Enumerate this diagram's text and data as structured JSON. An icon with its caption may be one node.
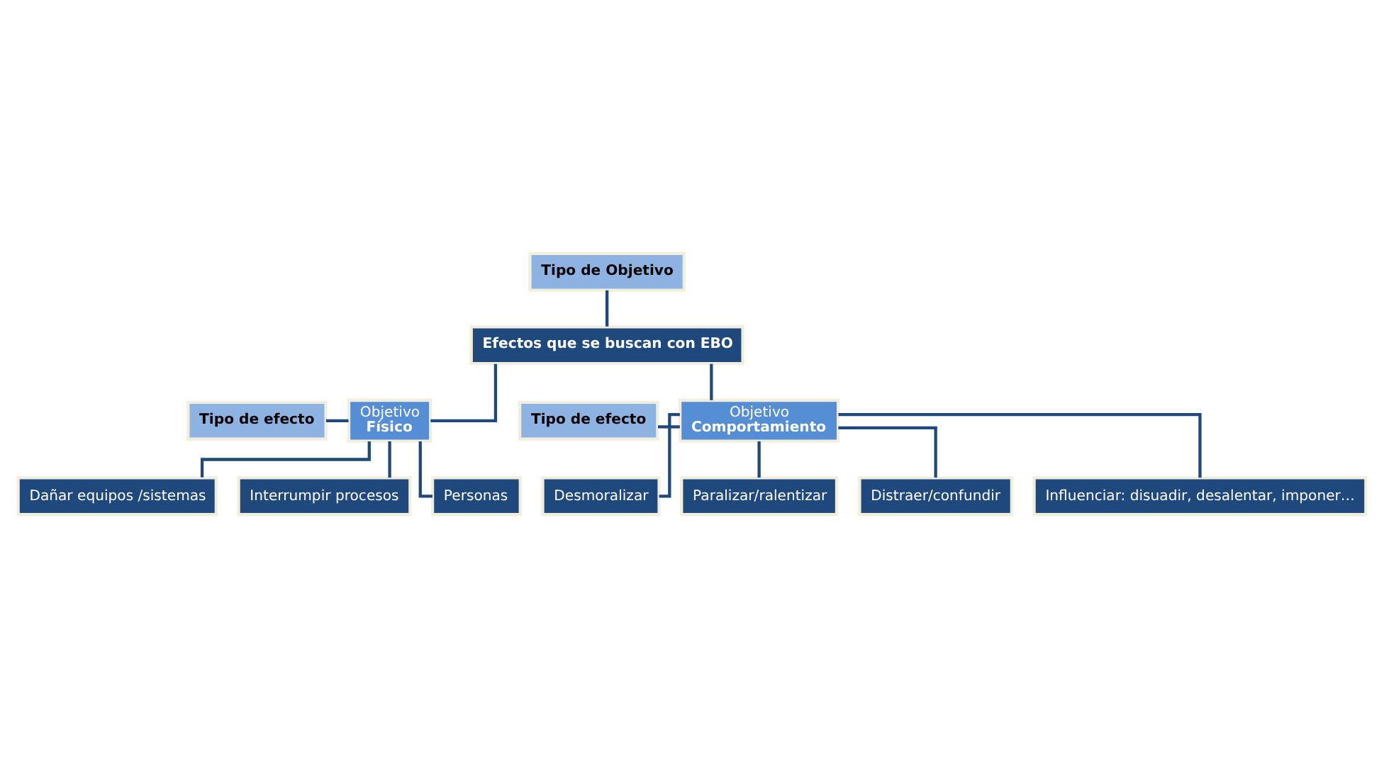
{
  "diagram": {
    "nodes": [
      {
        "text": [
          "Efectos que se buscan con EBO"
        ]
      },
      {
        "text": [
          "Tipo de Objetivo"
        ]
      },
      {
        "text": [
          "Objetivo **Físico**"
        ]
      },
      {
        "text": [
          "Objetivo **Comportamiento**"
        ]
      },
      {
        "text": [
          "Tipo de efecto"
        ]
      },
      {
        "text": [
          "Tipo de efecto"
        ]
      },
      {
        "text": [
          "Dañar equipos /sistemas"
        ]
      },
      {
        "text": [
          "Interrumpir procesos"
        ]
      },
      {
        "text": [
          "Personas"
        ]
      },
      {
        "text": [
          "Desmoralizar"
        ]
      },
      {
        "text": [
          "Paralizar/ralentizar"
        ]
      },
      {
        "text": [
          "Distraer/confundir"
        ]
      },
      {
        "text": [
          "Influenciar: disuadir, desalentar, imponer…"
        ]
      }
    ],
    "edges": [
      {
        "from": 1,
        "to": 0,
        "arrow": "none"
      },
      {
        "from": 0,
        "to": 2,
        "arrow": "none"
      },
      {
        "from": 0,
        "to": 3,
        "arrow": "none"
      },
      {
        "from": 4,
        "to": 2,
        "arrow": "none"
      },
      {
        "from": 5,
        "to": 3,
        "arrow": "none"
      },
      {
        "from": 2,
        "to": 6,
        "arrow": "none"
      },
      {
        "from": 2,
        "to": 7,
        "arrow": "none"
      },
      {
        "from": 2,
        "to": 8,
        "arrow": "none"
      },
      {
        "from": 3,
        "to": 9,
        "arrow": "none"
      },
      {
        "from": 3,
        "to": 10,
        "arrow": "none"
      },
      {
        "from": 3,
        "to": 11,
        "arrow": "none"
      },
      {
        "from": 3,
        "to": 12,
        "arrow": "none"
      }
    ]
  }
}
